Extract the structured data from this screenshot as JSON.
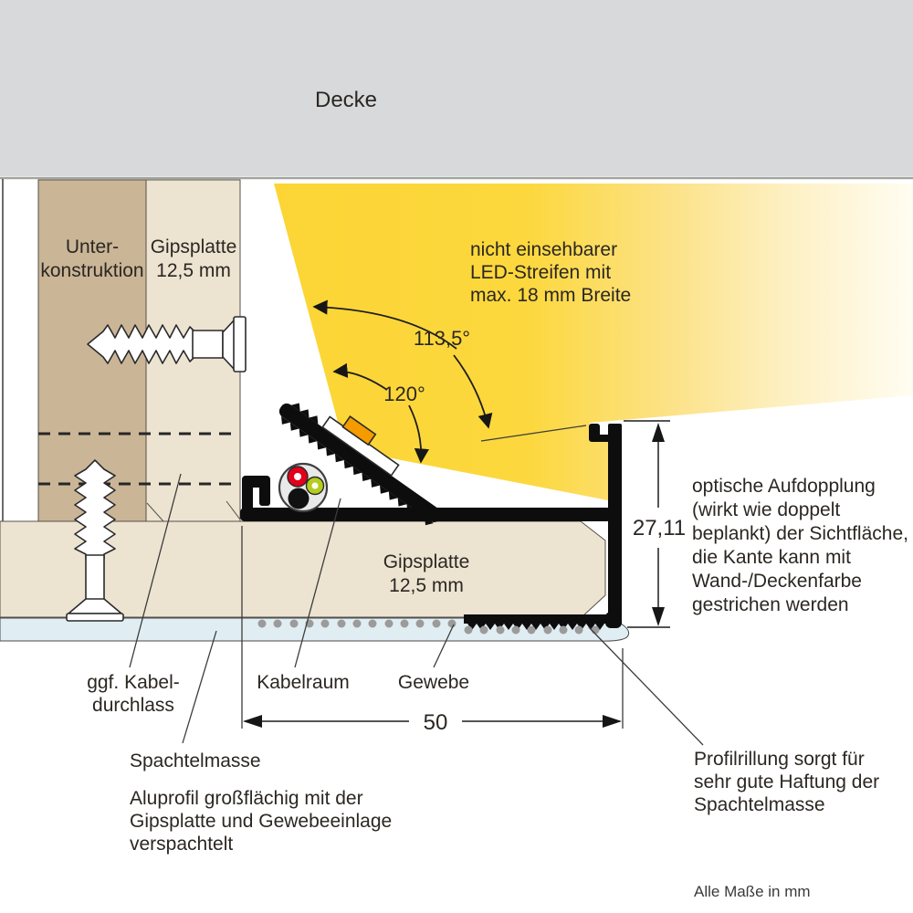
{
  "labels": {
    "ceiling": "Decke",
    "substructure": [
      "Unter-",
      "konstruktion"
    ],
    "wall_board": [
      "Gipsplatte",
      "12,5 mm"
    ],
    "led_note": [
      "nicht einsehbarer",
      "LED-Streifen mit",
      "max. 18 mm Breite"
    ],
    "angle_outer": "113,5°",
    "angle_inner": "120°",
    "dim_height": "27,11",
    "dim_width": "50",
    "lower_board": [
      "Gipsplatte",
      "12,5 mm"
    ],
    "edge_note": [
      "optische Aufdopplung",
      "(wirkt wie doppelt",
      "beplankt) der Sichtfläche,",
      "die Kante kann mit",
      "Wand-/Deckenfarbe",
      "gestrichen werden"
    ],
    "cable_pass": [
      "ggf. Kabel-",
      "durchlass"
    ],
    "cable_space": "Kabelraum",
    "fabric": "Gewebe",
    "filler": "Spachtelmasse",
    "alu_note": [
      "Aluprofil großflächig mit der",
      "Gipsplatte und Gewebeeinlage",
      "verspachtelt"
    ],
    "groove_note": [
      "Profilrillung sorgt für",
      "sehr gute Haftung der",
      "Spachtelmasse"
    ],
    "units": "Alle Maße in mm"
  },
  "colors": {
    "ceiling_gray": "#d7d9db",
    "substructure_wood": "#cab597",
    "plasterboard_beige": "#ece3d1",
    "light_beam_yellow": "#fcd636",
    "filler_blue": "#e0eef3",
    "profile_black": "#0d0d0d",
    "led_chip_orange": "#f59b00",
    "wire_red": "#e2001a",
    "wire_green": "#b5cc1e",
    "fabric_dot_gray": "#9b9b9b",
    "text": "#2b2722"
  }
}
